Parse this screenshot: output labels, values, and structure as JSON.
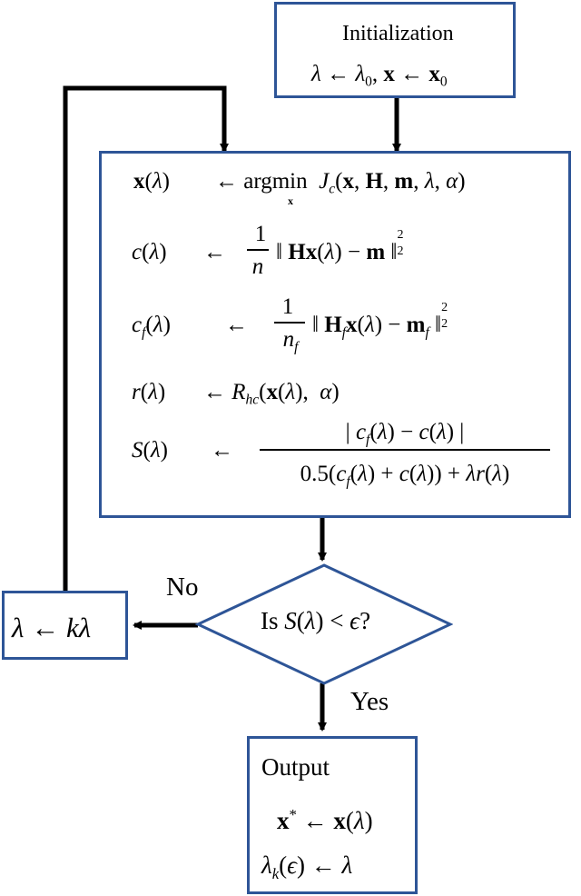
{
  "init": {
    "title": "Initialization",
    "formula": "λ ← λ₀, x ← x₀"
  },
  "main": {
    "row1": {
      "lhs": "x(λ)",
      "rhs": "← argmin J_c(x, H, m, λ, α)",
      "subscript": "x"
    },
    "row2": {
      "lhs": "c(λ)",
      "rhs": "← (1/n) ‖Hx(λ) − m‖₂²"
    },
    "row3": {
      "lhs": "c_f(λ)",
      "rhs": "← (1/n_f) ‖H_f x(λ) − m_f‖₂²"
    },
    "row4": {
      "lhs": "r(λ)",
      "rhs": "← R_hc(x(λ), α)"
    },
    "row5": {
      "lhs": "S(λ)",
      "rhs": "← |c_f(λ) − c(λ)| / (0.5(c_f(λ) + c(λ)) + λr(λ))"
    }
  },
  "decision": {
    "text": "Is S(λ) < ϵ?"
  },
  "update": {
    "text": "λ ← kλ"
  },
  "labels": {
    "no": "No",
    "yes": "Yes"
  },
  "output": {
    "title": "Output",
    "line1": "x* ← x(λ)",
    "line2": "λ_k(ϵ) ← λ"
  },
  "colors": {
    "box_border": "#2e5597",
    "arrow": "#000000"
  }
}
